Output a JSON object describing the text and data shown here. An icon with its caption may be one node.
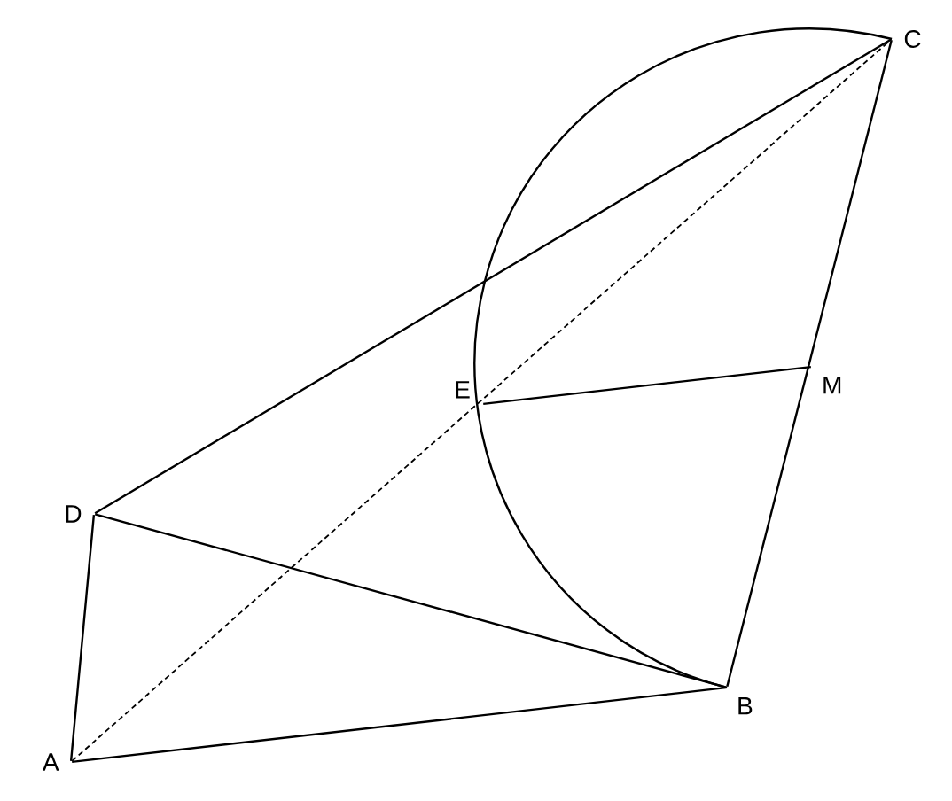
{
  "diagram": {
    "nodes": [
      {
        "text": [
          "A"
        ]
      },
      {
        "text": [
          "B"
        ]
      },
      {
        "text": [
          "C"
        ]
      },
      {
        "text": [
          "D"
        ]
      },
      {
        "text": [
          "E"
        ]
      },
      {
        "text": [
          "M"
        ]
      }
    ],
    "edges": [
      {
        "from": 0,
        "to": 1,
        "arrow": "none"
      },
      {
        "from": 1,
        "to": 2,
        "arrow": "none"
      },
      {
        "from": 2,
        "to": 3,
        "arrow": "none"
      },
      {
        "from": 3,
        "to": 0,
        "arrow": "none"
      },
      {
        "from": 3,
        "to": 1,
        "arrow": "none"
      },
      {
        "from": 0,
        "to": 2,
        "arrow": "none",
        "style": "dashed"
      },
      {
        "from": 4,
        "to": 5,
        "arrow": "none"
      },
      {
        "from": 1,
        "to": 2,
        "arrow": "none"
      }
    ]
  }
}
